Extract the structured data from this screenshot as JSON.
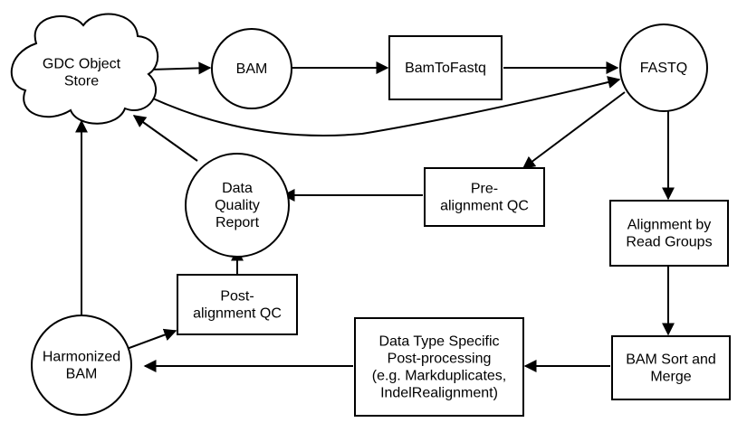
{
  "nodes": {
    "gdc_store": {
      "lines": [
        "GDC Object",
        "Store"
      ]
    },
    "bam": {
      "lines": [
        "BAM"
      ]
    },
    "bam_to_fastq": {
      "lines": [
        "BamToFastq"
      ]
    },
    "fastq": {
      "lines": [
        "FASTQ"
      ]
    },
    "data_quality_report": {
      "lines": [
        "Data",
        "Quality",
        "Report"
      ]
    },
    "pre_alignment_qc": {
      "lines": [
        "Pre-",
        "alignment QC"
      ]
    },
    "alignment_by_read_groups": {
      "lines": [
        "Alignment by",
        "Read Groups"
      ]
    },
    "post_alignment_qc": {
      "lines": [
        "Post-",
        "alignment QC"
      ]
    },
    "harmonized_bam": {
      "lines": [
        "Harmonized",
        "BAM"
      ]
    },
    "data_type_specific": {
      "lines": [
        "Data Type Specific",
        "Post-processing",
        "(e.g. Markduplicates,",
        "IndelRealignment)"
      ]
    },
    "bam_sort_merge": {
      "lines": [
        "BAM Sort and",
        "Merge"
      ]
    }
  }
}
